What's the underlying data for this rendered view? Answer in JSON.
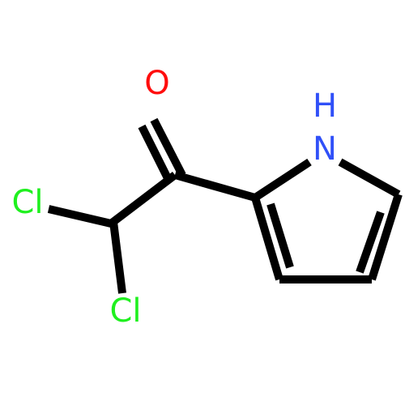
{
  "molecule": {
    "atoms": {
      "oxygen": {
        "symbol": "O",
        "color": "#ff0d0d"
      },
      "nitrogen": {
        "symbol": "N",
        "color": "#3050f8"
      },
      "nitrogen_hydrogen": {
        "symbol": "H",
        "color": "#3050f8"
      },
      "chlorine_1": {
        "symbol": "Cl",
        "color": "#1ff01f"
      },
      "chlorine_2": {
        "symbol": "Cl",
        "color": "#1ff01f"
      }
    },
    "bond_color": "#000000",
    "background": "#ffffff"
  }
}
